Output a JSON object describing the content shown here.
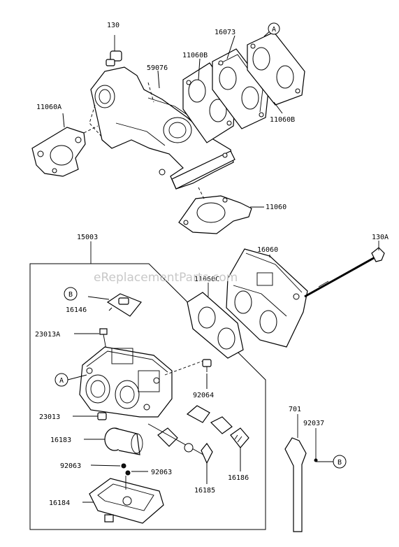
{
  "watermark": "eReplacementParts.com",
  "callouts": {
    "A": "A",
    "B": "B"
  },
  "labels": {
    "p130": "130",
    "p16073": "16073",
    "p11060B_a": "11060B",
    "p59076": "59076",
    "p11060A": "11060A",
    "p11060B_b": "11060B",
    "p11060": "11060",
    "p15003": "15003",
    "p130A": "130A",
    "p16060": "16060",
    "p11060C": "11060C",
    "p16146": "16146",
    "p23013A": "23013A",
    "p92064": "92064",
    "p23013": "23013",
    "p16183": "16183",
    "p92063_a": "92063",
    "p92063_b": "92063",
    "p16184": "16184",
    "p16185": "16185",
    "p16186": "16186",
    "p701": "701",
    "p92037": "92037"
  }
}
